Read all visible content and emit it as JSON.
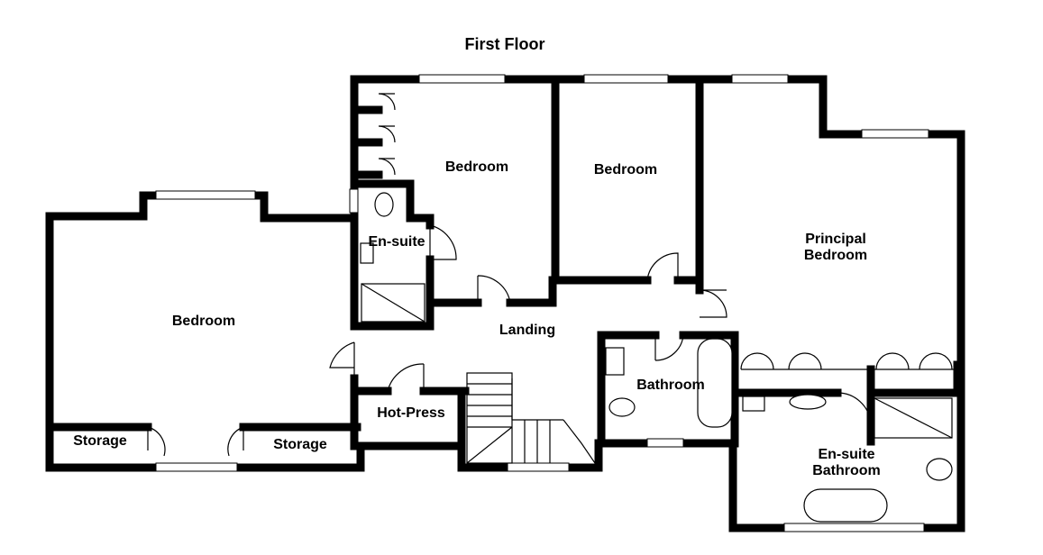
{
  "title": "First Floor",
  "rooms": {
    "bedroom_left": "Bedroom",
    "bedroom_top_a": "Bedroom",
    "bedroom_top_b": "Bedroom",
    "principal_line1": "Principal",
    "principal_line2": "Bedroom",
    "ensuite": "En-suite",
    "landing": "Landing",
    "hot_press": "Hot-Press",
    "bathroom": "Bathroom",
    "storage_left": "Storage",
    "storage_right": "Storage",
    "ensuite_bath_line1": "En-suite",
    "ensuite_bath_line2": "Bathroom"
  }
}
